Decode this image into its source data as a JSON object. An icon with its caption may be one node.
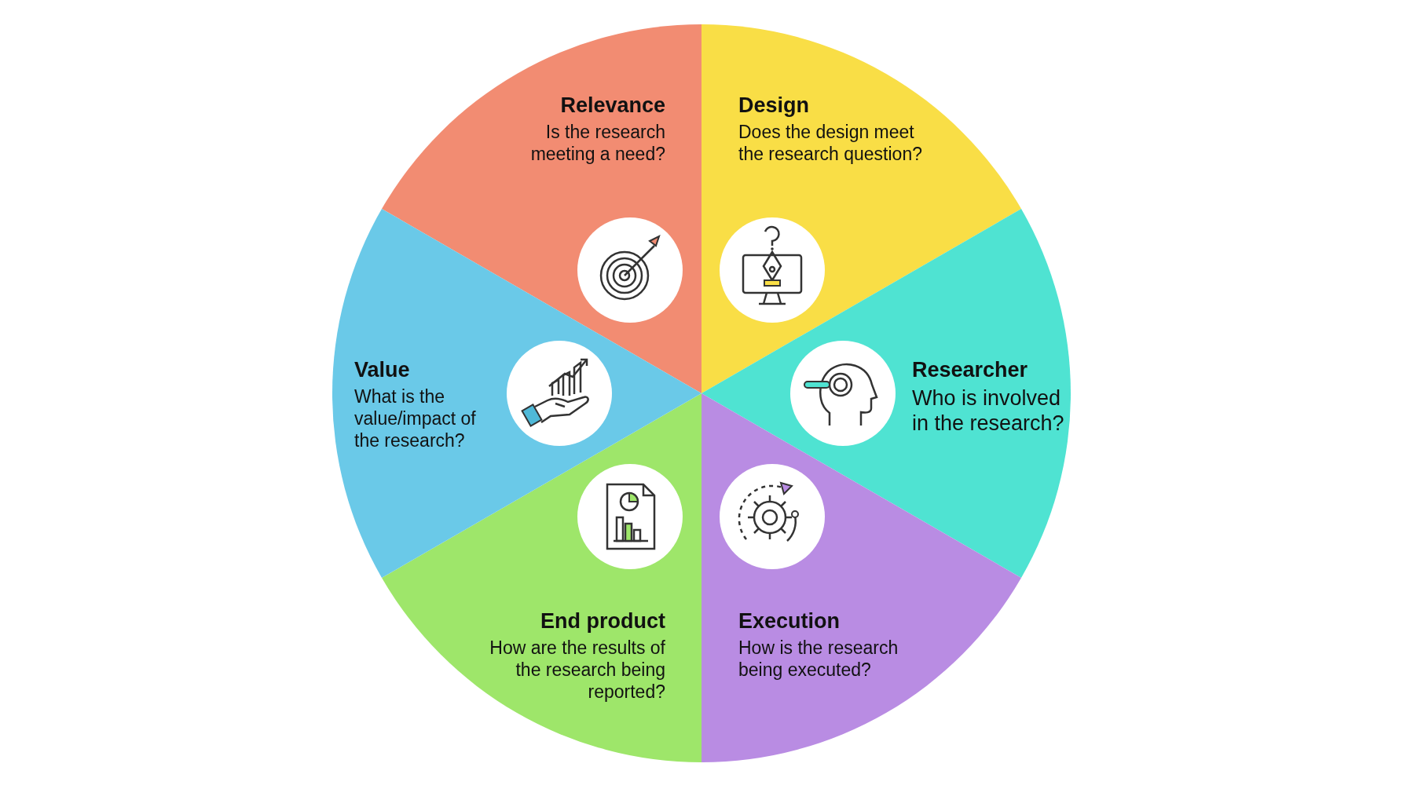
{
  "diagram": {
    "nodes": [
      {
        "text": [
          "Relevance",
          "Is the research meeting a need?"
        ]
      },
      {
        "text": [
          "Design",
          "Does the design meet the research question?"
        ]
      },
      {
        "text": [
          "Researcher",
          "Who is involved in the research?"
        ]
      },
      {
        "text": [
          "Execution",
          "How is the research being executed?"
        ]
      },
      {
        "text": [
          "End product",
          "How are the results of the research being reported?"
        ]
      },
      {
        "text": [
          "Value",
          "What is the value/impact of the research?"
        ]
      }
    ],
    "edges": []
  }
}
